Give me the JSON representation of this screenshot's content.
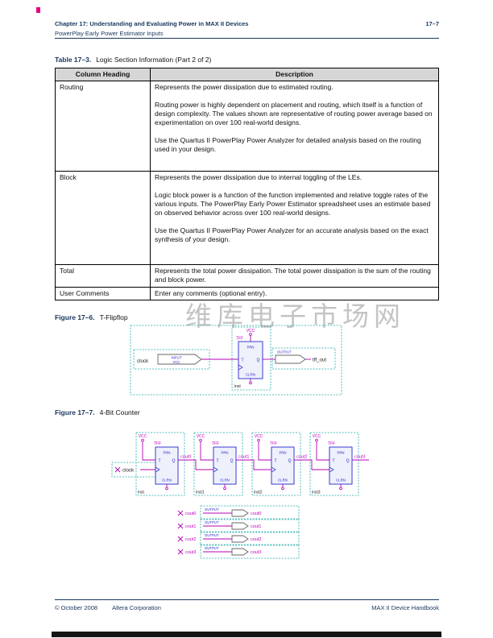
{
  "page": {
    "header": {
      "chapter": "Chapter 17: Understanding and Evaluating Power in MAX II Devices",
      "page_number": "17–7",
      "subtitle": "PowerPlay Early Power Estimator Inputs"
    },
    "footer": {
      "copyright": "© October 2008",
      "company": "Altera Corporation",
      "handbook": "MAX II Device Handbook"
    }
  },
  "watermark": "维库电子市场网",
  "table": {
    "caption_label": "Table 17–3.",
    "caption_text": "Logic Section Information  (Part 2 of 2)",
    "headers": [
      "Column Heading",
      "Description"
    ],
    "rows": [
      {
        "heading": "Routing",
        "paragraphs": [
          "Represents the power dissipation due to estimated routing.",
          "Routing power is highly dependent on placement and routing, which itself is a function of design complexity. The values shown are representative of routing power average based on experimentation on over 100 real-world designs.",
          "Use the Quartus II PowerPlay Power Analyzer for detailed analysis based on the routing used in your design."
        ]
      },
      {
        "heading": "Block",
        "paragraphs": [
          "Represents the power dissipation due to internal toggling of the LEs.",
          "Logic block power is a function of the function implemented and relative toggle rates of the various inputs. The PowerPlay Early Power Estimator spreadsheet uses an estimate based on observed behavior across over 100 real-world designs.",
          "Use the Quartus II PowerPlay Power Analyzer for an accurate analysis based on the exact synthesis of your design."
        ]
      },
      {
        "heading": "Total",
        "paragraphs": [
          "Represents the total power dissipation. The total power dissipation is the sum of the routing and block power."
        ]
      },
      {
        "heading": "User Comments",
        "paragraphs": [
          "Enter any comments (optional entry)."
        ]
      }
    ]
  },
  "fig6": {
    "caption_label": "Figure 17–6.",
    "caption_text": "T-Flipflop",
    "clock": "clock",
    "input": "INPUT",
    "vcc": "VCC",
    "tff": "TFF",
    "prn": "PRN",
    "t": "T",
    "q": "Q",
    "clrn": "CLRN",
    "inst": "inst",
    "output": "OUTPUT",
    "tff_out": "tff_out"
  },
  "fig7": {
    "caption_label": "Figure 17–7.",
    "caption_text": "4-Bit Counter",
    "clock": "clock",
    "vcc": "VCC",
    "tff": "TFF",
    "prn": "PRN",
    "t": "T",
    "q": "Q",
    "clrn": "CLRN",
    "insts": [
      "inst",
      "inst1",
      "inst2",
      "inst3"
    ],
    "wire_labels": [
      "cout0",
      "cout1",
      "cout2",
      "cout3"
    ],
    "output": "OUTPUT",
    "port_labels": [
      "cout0",
      "cout1",
      "cout2",
      "cout3"
    ]
  }
}
